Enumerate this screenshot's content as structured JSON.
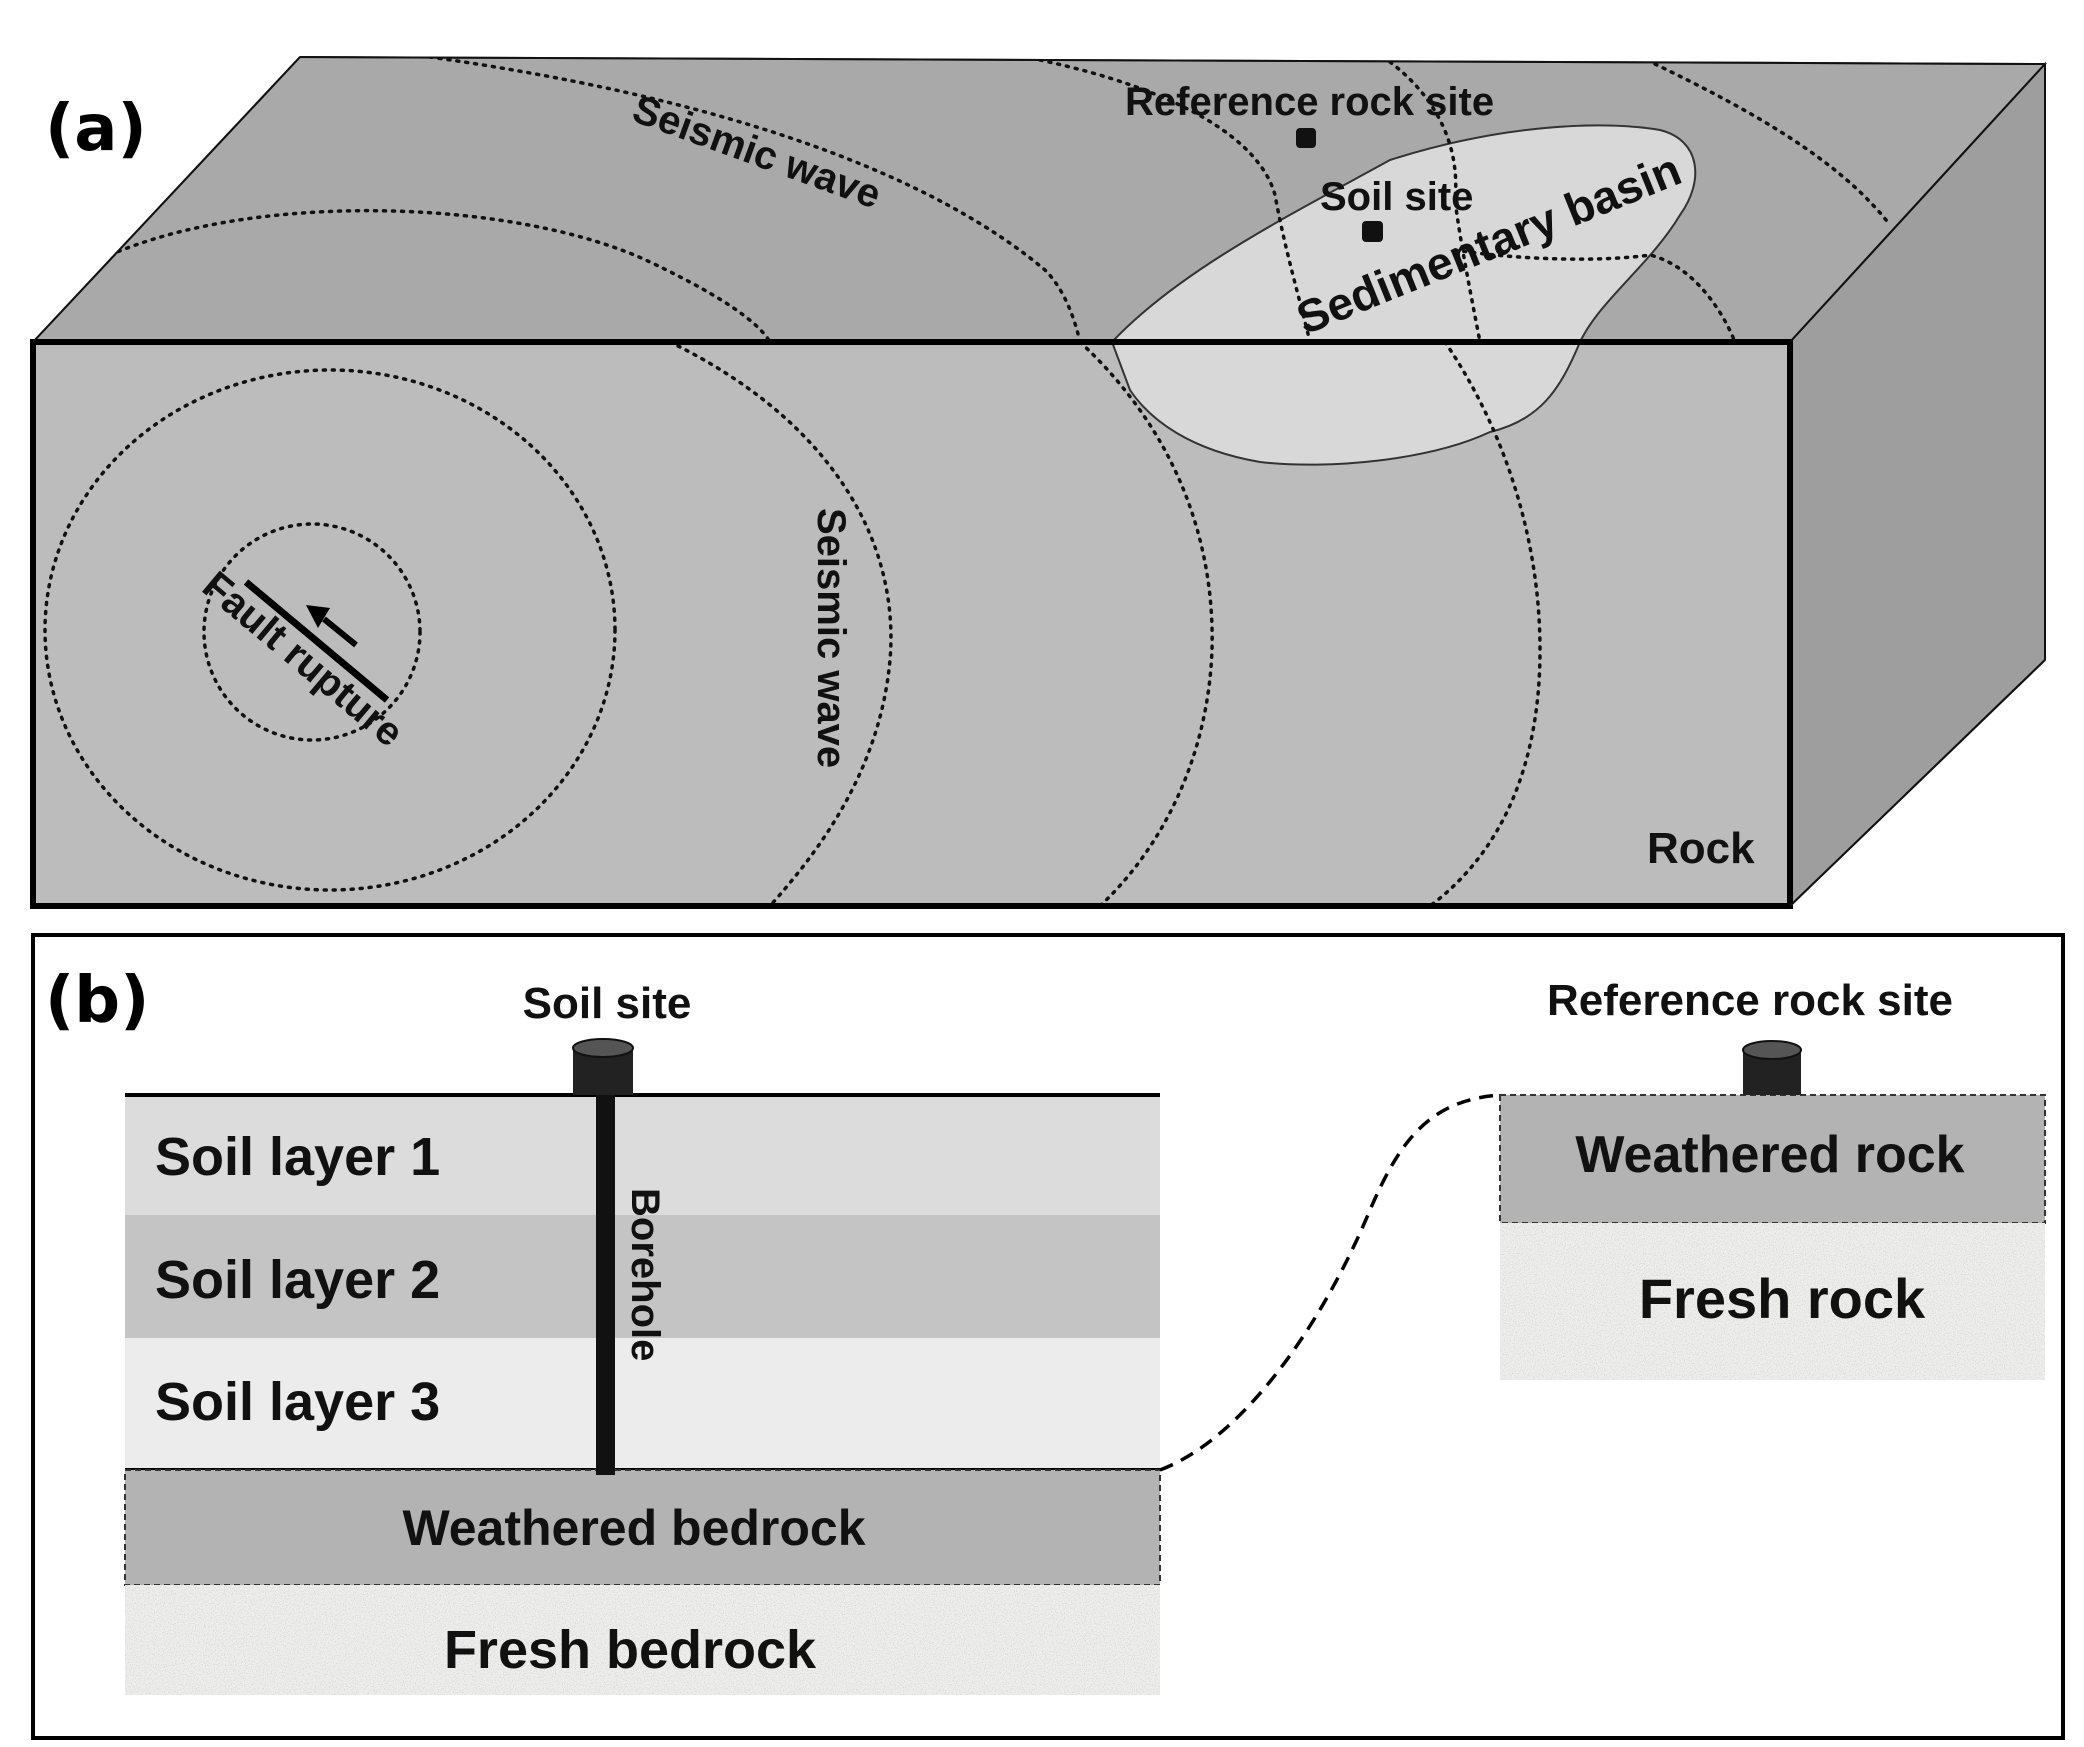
{
  "panel_a": {
    "label": "(a)",
    "seismic_wave_top_label": "Seismic wave",
    "seismic_wave_front_label": "Seismic wave",
    "reference_rock_site_label": "Reference rock site",
    "soil_site_label": "Soil site",
    "sedimentary_basin_label": "Sedimentary basin",
    "fault_rupture_label": "Fault rupture",
    "rock_label": "Rock"
  },
  "panel_b": {
    "label": "(b)",
    "soil_site_label": "Soil site",
    "reference_rock_site_label": "Reference rock site",
    "soil_layers": [
      "Soil layer 1",
      "Soil layer 2",
      "Soil layer 3"
    ],
    "borehole_label": "Borehole",
    "weathered_bedrock_label": "Weathered bedrock",
    "fresh_bedrock_label": "Fresh bedrock",
    "weathered_rock_label": "Weathered rock",
    "fresh_rock_label": "Fresh rock"
  },
  "colors": {
    "block_top": "#a9a9a9",
    "block_front": "#bcbcbc",
    "block_side": "#9e9e9e",
    "basin": "#d8d8d8",
    "soil_layer_1": "#dcdcdc",
    "soil_layer_2": "#c4c4c4",
    "soil_layer_3": "#ececec",
    "weathered": "#b3b3b3",
    "fresh": "#eeeeec",
    "sensor": "#222222"
  }
}
